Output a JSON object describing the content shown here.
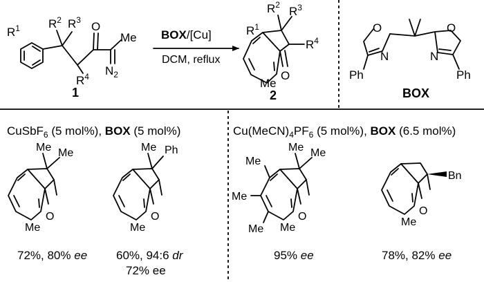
{
  "reaction": {
    "reactant_number": "1",
    "product_number": "2",
    "reagent_bold": "BOX",
    "reagent_rest": "/[Cu]",
    "conditions": "DCM, reflux"
  },
  "atoms": {
    "r1": "R1",
    "r2": "R2",
    "r3": "R3",
    "r4": "R4",
    "me": "Me",
    "ph": "Ph",
    "bn": "Bn",
    "o": "O",
    "n": "N",
    "n2": "N2"
  },
  "ligand": {
    "label": "BOX"
  },
  "panels": {
    "left": {
      "condition_pre": "CuSbF",
      "condition_sub": "6",
      "condition_mid": " (5 mol%), ",
      "condition_bold": "BOX",
      "condition_post": " (5 mol%)"
    },
    "right": {
      "condition_pre": "Cu(MeCN)",
      "condition_sub1": "4",
      "condition_mid1": "PF",
      "condition_sub2": "6",
      "condition_mid2": " (5 mol%), ",
      "condition_bold": "BOX",
      "condition_post": " (6.5 mol%)"
    }
  },
  "products": [
    {
      "line1": "72%, 80% ",
      "line1_italic": "ee"
    },
    {
      "line1": "60%, 94:6 ",
      "line1_italic": "dr",
      "line2": "72% ee"
    },
    {
      "line1": "95% ",
      "line1_italic": "ee"
    },
    {
      "line1": "78%, 82% ",
      "line1_italic": "ee"
    }
  ],
  "colors": {
    "ink": "#000000",
    "background": "#ffffff"
  }
}
